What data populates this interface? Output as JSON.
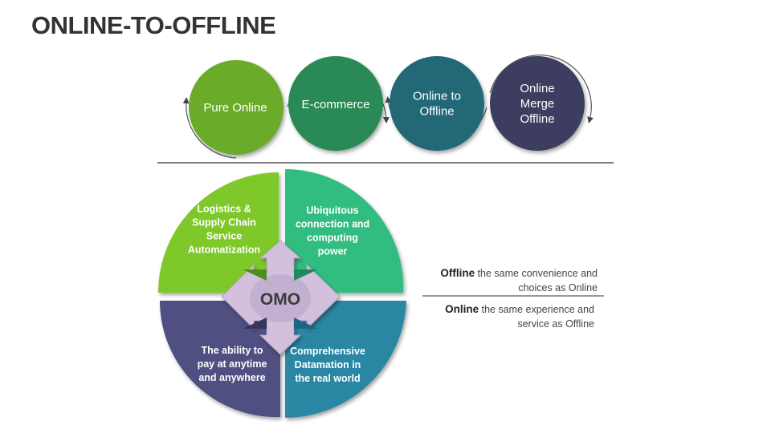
{
  "title": "ONLINE-TO-OFFLINE",
  "stages": [
    {
      "lines": [
        "Pure Online"
      ],
      "color": "#6aab2a"
    },
    {
      "lines": [
        "E-commerce"
      ],
      "color": "#2a8a57"
    },
    {
      "lines": [
        "Online to",
        "Offline"
      ],
      "color": "#216876"
    },
    {
      "lines": [
        "Online",
        "Merge",
        "Offline"
      ],
      "color": "#3c3c5e"
    }
  ],
  "quadrants": [
    {
      "lines": [
        "Logistics &",
        "Supply Chain",
        "Service",
        "Automatization"
      ],
      "color": "#7ec82a"
    },
    {
      "lines": [
        "Ubiquitous",
        "connection and",
        "computing",
        "power"
      ],
      "color": "#33bd80"
    },
    {
      "lines": [
        "The ability to",
        "pay at anytime",
        "and anywhere"
      ],
      "color": "#4f4f82"
    },
    {
      "lines": [
        "Comprehensive",
        "Datamation in",
        "the real world"
      ],
      "color": "#2c87a4"
    }
  ],
  "hub": {
    "label": "OMO",
    "color": "#d2c0dc"
  },
  "notes": [
    {
      "bold": "Offline",
      "text": " the same convenience and",
      "text2": "choices as Online"
    },
    {
      "bold": "Online",
      "text": " the same experience and",
      "text2": "service as Offline"
    }
  ]
}
